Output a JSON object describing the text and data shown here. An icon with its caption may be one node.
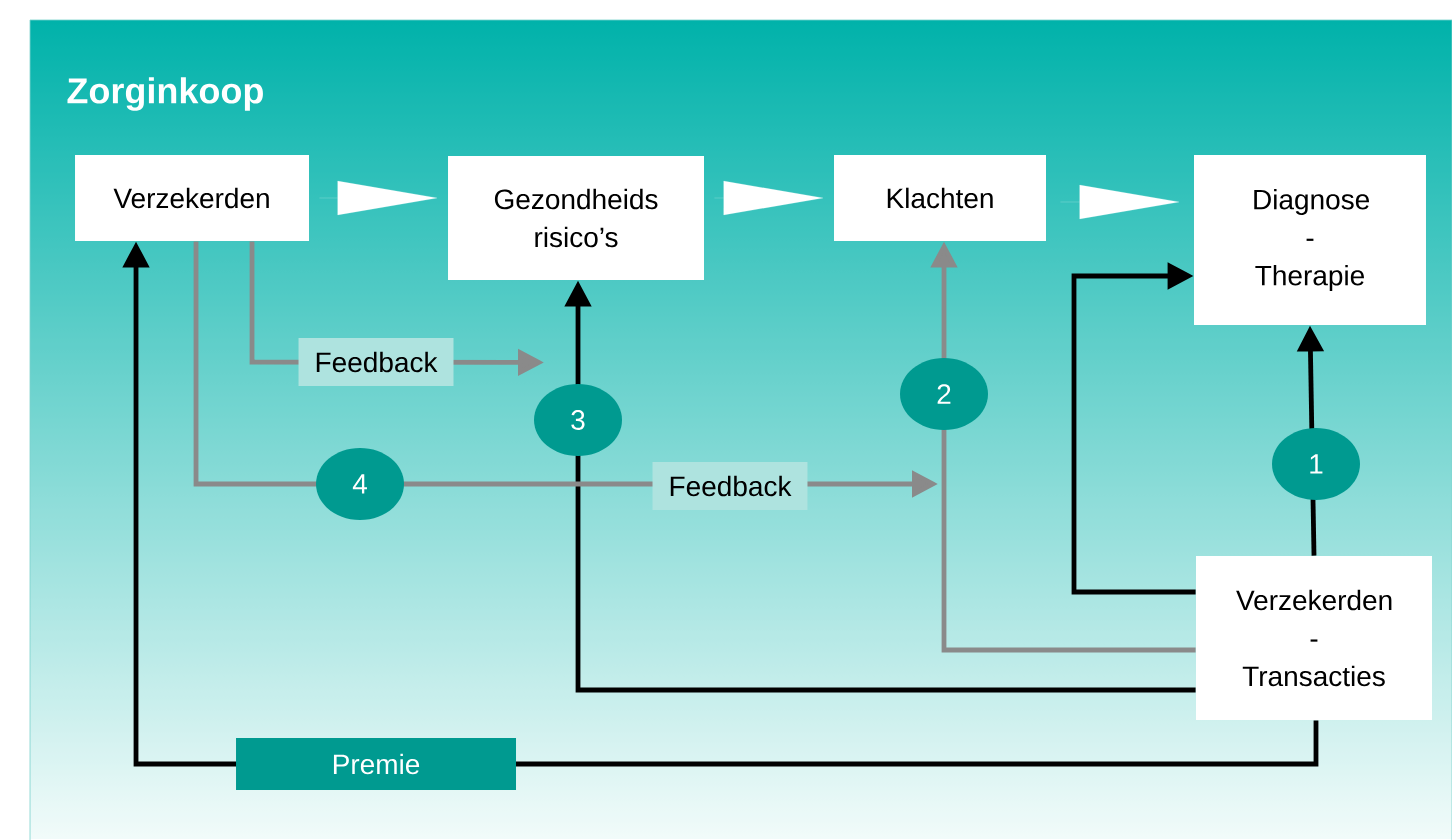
{
  "diagram": {
    "title": "Zorginkoop",
    "nodes": [
      {
        "text": [
          "Verzekerden"
        ]
      },
      {
        "text": [
          "Gezondheids risico’s"
        ]
      },
      {
        "text": [
          "Klachten"
        ]
      },
      {
        "text": [
          "Diagnose - Therapie"
        ]
      },
      {
        "text": [
          "Verzekerden - Transacties"
        ]
      }
    ],
    "edges": [
      {
        "from": 0,
        "to": 1,
        "arrow": "to",
        "color": "#ffffff"
      },
      {
        "from": 1,
        "to": 2,
        "arrow": "to",
        "color": "#ffffff"
      },
      {
        "from": 2,
        "to": 3,
        "arrow": "to",
        "color": "#ffffff"
      },
      {
        "from": 4,
        "to": 3,
        "arrow": "to",
        "label": "1",
        "color": "#000000"
      },
      {
        "from": 4,
        "to": 3,
        "arrow": "to",
        "color": "#000000"
      },
      {
        "from": 4,
        "to": 2,
        "arrow": "to",
        "label": "2",
        "color": "#8a8a8a"
      },
      {
        "from": 4,
        "to": 1,
        "arrow": "to",
        "label": "3",
        "color": "#000000"
      },
      {
        "from": 4,
        "to": 0,
        "arrow": "to",
        "label": "Premie",
        "color": "#000000"
      },
      {
        "from": 0,
        "to": 1,
        "arrow": "to",
        "label": "Feedback",
        "color": "#8a8a8a"
      },
      {
        "from": 0,
        "to": null,
        "arrow": "to",
        "label": "Feedback",
        "color": "#8a8a8a"
      }
    ],
    "labels": [
      "4"
    ]
  }
}
